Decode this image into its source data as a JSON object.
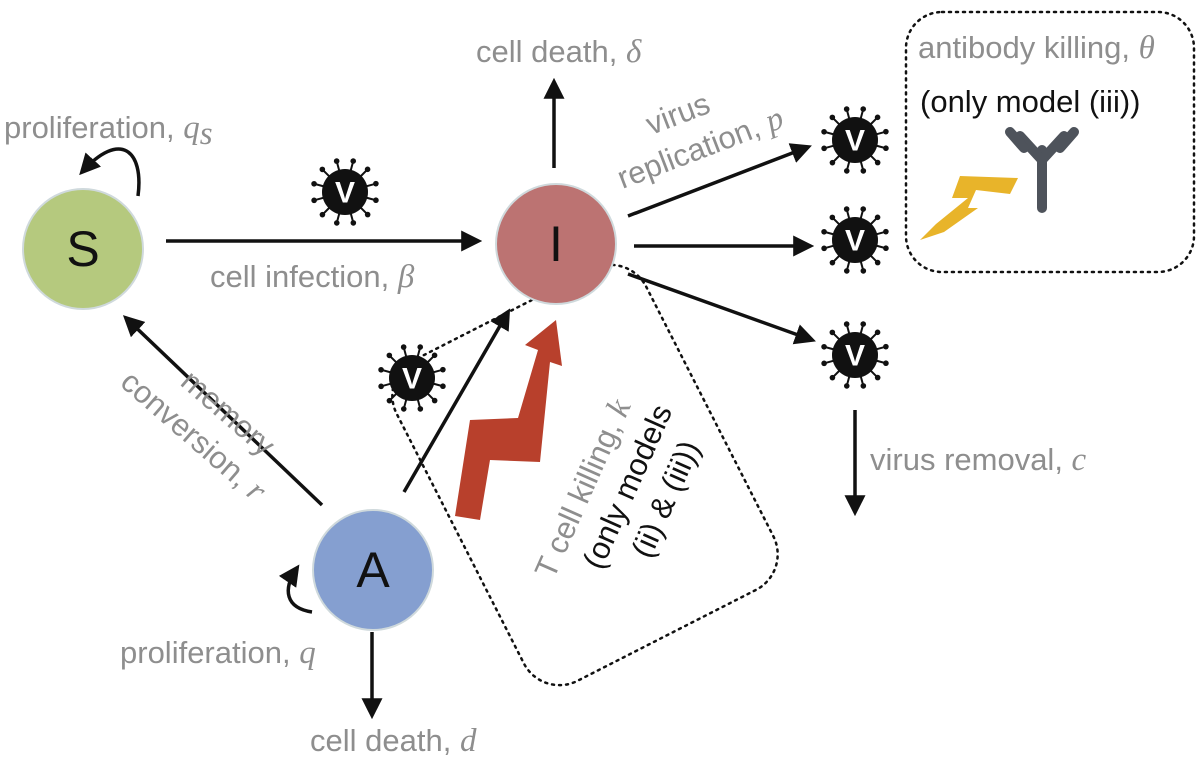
{
  "nodes": {
    "S": {
      "label": "S",
      "color": "#b5c97e"
    },
    "I": {
      "label": "I",
      "color": "#bc7372"
    },
    "A": {
      "label": "A",
      "color": "#859fd0"
    }
  },
  "virus": {
    "label": "V"
  },
  "labels": {
    "proliferation_s": {
      "text": "proliferation, ",
      "symbol": "q",
      "subscript": "s"
    },
    "cell_infection": {
      "text": "cell infection, ",
      "symbol": "β"
    },
    "cell_death_i": {
      "text": "cell death, ",
      "symbol": "δ"
    },
    "virus_replication_line1": "virus",
    "virus_replication_line2": {
      "text": "replication, ",
      "symbol": "p"
    },
    "antibody_killing": {
      "text": "antibody killing, ",
      "symbol": "θ"
    },
    "antibody_note": "(only model (iii))",
    "memory_line1": "memory",
    "memory_line2": {
      "text": "conversion, ",
      "symbol": "r"
    },
    "tcell_killing": {
      "text": "T cell killing, ",
      "symbol": "k"
    },
    "tcell_note_line1": "(only models",
    "tcell_note_line2": "(ii) & (iii))",
    "virus_removal": {
      "text": "virus removal, ",
      "symbol": "c"
    },
    "proliferation_a": {
      "text": "proliferation, ",
      "symbol": "q"
    },
    "cell_death_a": {
      "text": "cell death, ",
      "symbol": "d"
    }
  },
  "colors": {
    "arrow": "#111111",
    "text_gray": "#8e8e8e",
    "tcell_bolt": "#b8402c",
    "antibody_bolt": "#e8b42a",
    "antibody": "#4e535b",
    "virus": "#111111"
  },
  "icons": [
    "virus-icon",
    "antibody-icon",
    "lightning-bolt-icon"
  ]
}
